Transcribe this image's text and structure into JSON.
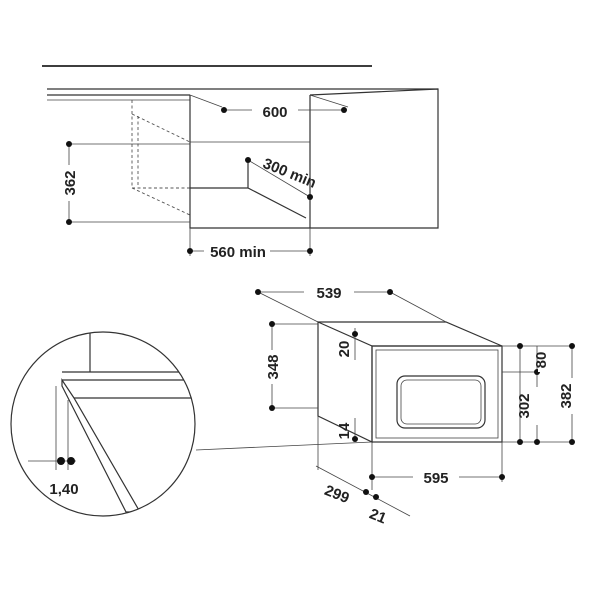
{
  "cabinet_view": {
    "width_600": "600",
    "depth_300_min": "300 min",
    "opening_560_min": "560 min",
    "height_362": "362"
  },
  "oven_view": {
    "depth_539": "539",
    "height_348": "348",
    "top_offset_20": "20",
    "bottom_offset_14": "14",
    "front_80": "80",
    "front_302": "302",
    "overall_382": "382",
    "width_595": "595",
    "depth_299": "299",
    "door_21": "21"
  },
  "detail_view": {
    "thickness_1_40": "1,40"
  }
}
